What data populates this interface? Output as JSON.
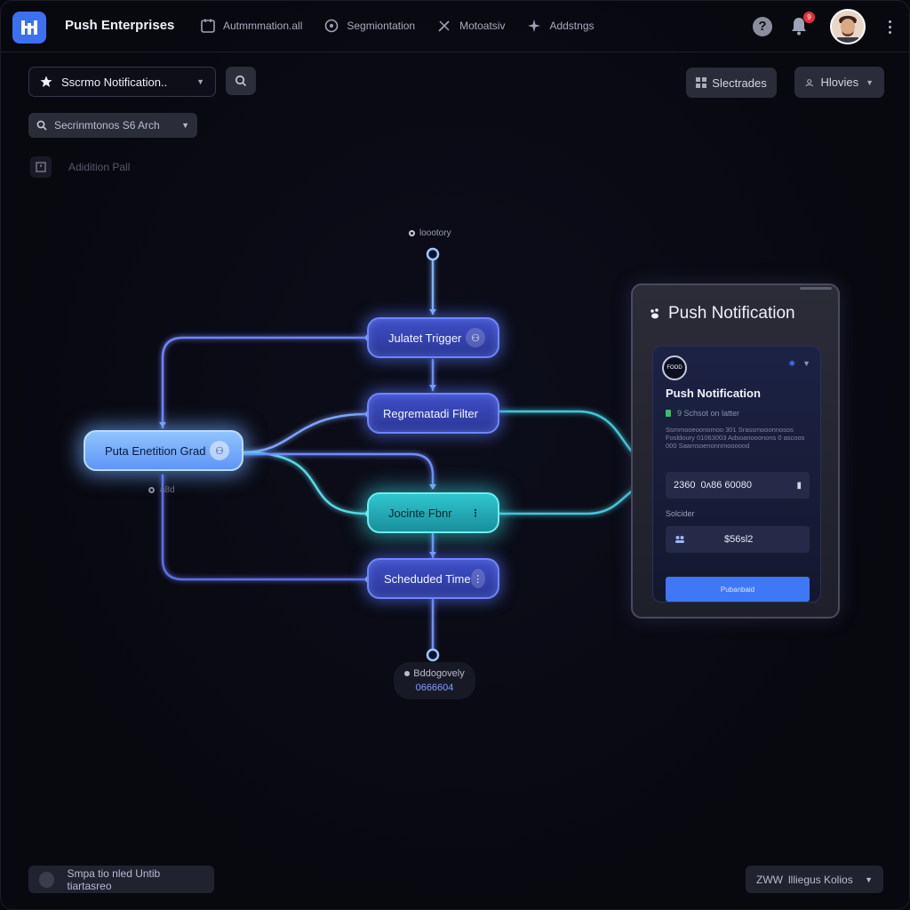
{
  "app": {
    "brand": "Push Enterprises",
    "nav": [
      {
        "label": "Autmmmation.all",
        "icon": "calendar-icon"
      },
      {
        "label": "Segmiontation",
        "icon": "segment-icon"
      },
      {
        "label": "Motoatsiv",
        "icon": "tools-icon"
      },
      {
        "label": "Addstngs",
        "icon": "sparkle-icon"
      }
    ],
    "notification_count": "9",
    "help": "?"
  },
  "toolbar": {
    "workflow_select": "Sscrmo Notification..",
    "filter_select": "Secrinmtonos  S6 Arch",
    "add_label": "Adidition Pall",
    "right_button_1": "Slectrades",
    "right_button_2": "Hlovies"
  },
  "flow": {
    "top_tag": "loootory",
    "nodes": {
      "trigger": "Julatet Trigger",
      "filter": "Regrematadi Filter",
      "entry": "Puta Enetition Grad",
      "condition": "Jocinte Fbnr",
      "schedule": "Scheduded Time"
    },
    "side_tag": "a8d",
    "end_tag": {
      "line1": "Bddogovely",
      "line2": "0666604"
    }
  },
  "panel": {
    "title": "Push Notification",
    "card": {
      "badge": "FOOD",
      "title": "Push Notification",
      "status": "9  Schsot on latter",
      "body": "Ssmmooeoonomoo 301 Srassmooonnosos Fosldoury 01063003 Adsoanooonons 0 ascoos 000 Saamsoenonnmoooood",
      "field1_prefix": "2360",
      "field1_value": "0ʌ86 60080",
      "sublabel": "Solcider",
      "field2_value": "$56sl2",
      "button": "Pubanbaid"
    }
  },
  "footer": {
    "left": "Smpa tio nled Untib tiartasreo",
    "right_prefix": "ZWW",
    "right": "llliegus Kolios"
  },
  "colors": {
    "accent_blue": "#3d6ff2",
    "node_blue": "#3f4fc8",
    "node_cyan": "#2fc6cf",
    "node_bright": "#8fc4ff",
    "badge_red": "#e1323c",
    "status_green": "#33c35a"
  }
}
